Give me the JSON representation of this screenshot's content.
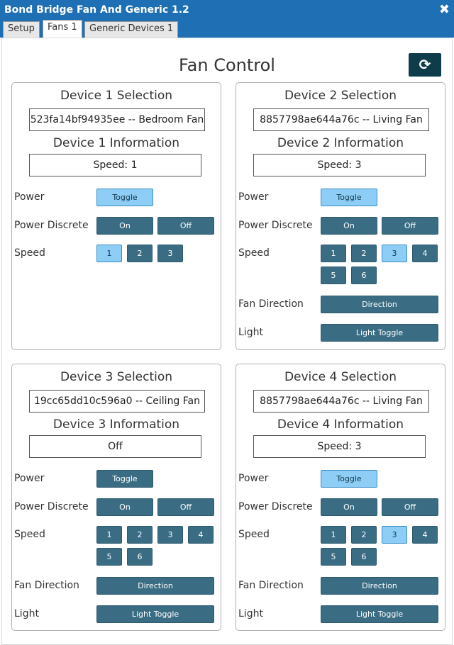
{
  "window": {
    "title": "Bond Bridge Fan And Generic 1.2",
    "close_glyph": "✖"
  },
  "tabs": [
    "Setup",
    "Fans 1",
    "Generic Devices 1"
  ],
  "page": {
    "title": "Fan Control",
    "refresh_glyph": "⟳"
  },
  "labels": {
    "power": "Power",
    "power_discrete": "Power Discrete",
    "speed": "Speed",
    "fan_direction": "Fan Direction",
    "light": "Light"
  },
  "buttons": {
    "toggle": "Toggle",
    "on": "On",
    "off": "Off",
    "direction": "Direction",
    "light_toggle": "Light Toggle"
  },
  "devices": [
    {
      "selection_heading": "Device 1 Selection",
      "selection_value": "523fa14bf94935ee -- Bedroom Fan",
      "info_heading": "Device 1 Information",
      "info_value": "Speed: 1",
      "toggle_active": true,
      "speeds": [
        "1",
        "2",
        "3"
      ],
      "active_speed": "1",
      "has_direction": false,
      "has_light": false
    },
    {
      "selection_heading": "Device 2 Selection",
      "selection_value": "8857798ae644a76c -- Living Fan",
      "info_heading": "Device 2 Information",
      "info_value": "Speed: 3",
      "toggle_active": true,
      "speeds": [
        "1",
        "2",
        "3",
        "4",
        "5",
        "6"
      ],
      "active_speed": "3",
      "has_direction": true,
      "has_light": true
    },
    {
      "selection_heading": "Device 3 Selection",
      "selection_value": "19cc65dd10c596a0 -- Ceiling Fan",
      "info_heading": "Device 3 Information",
      "info_value": "Off",
      "toggle_active": false,
      "speeds": [
        "1",
        "2",
        "3",
        "4",
        "5",
        "6"
      ],
      "active_speed": "",
      "has_direction": true,
      "has_light": true
    },
    {
      "selection_heading": "Device 4 Selection",
      "selection_value": "8857798ae644a76c -- Living Fan",
      "info_heading": "Device 4 Information",
      "info_value": "Speed: 3",
      "toggle_active": true,
      "speeds": [
        "1",
        "2",
        "3",
        "4",
        "5",
        "6"
      ],
      "active_speed": "3",
      "has_direction": true,
      "has_light": true
    }
  ]
}
